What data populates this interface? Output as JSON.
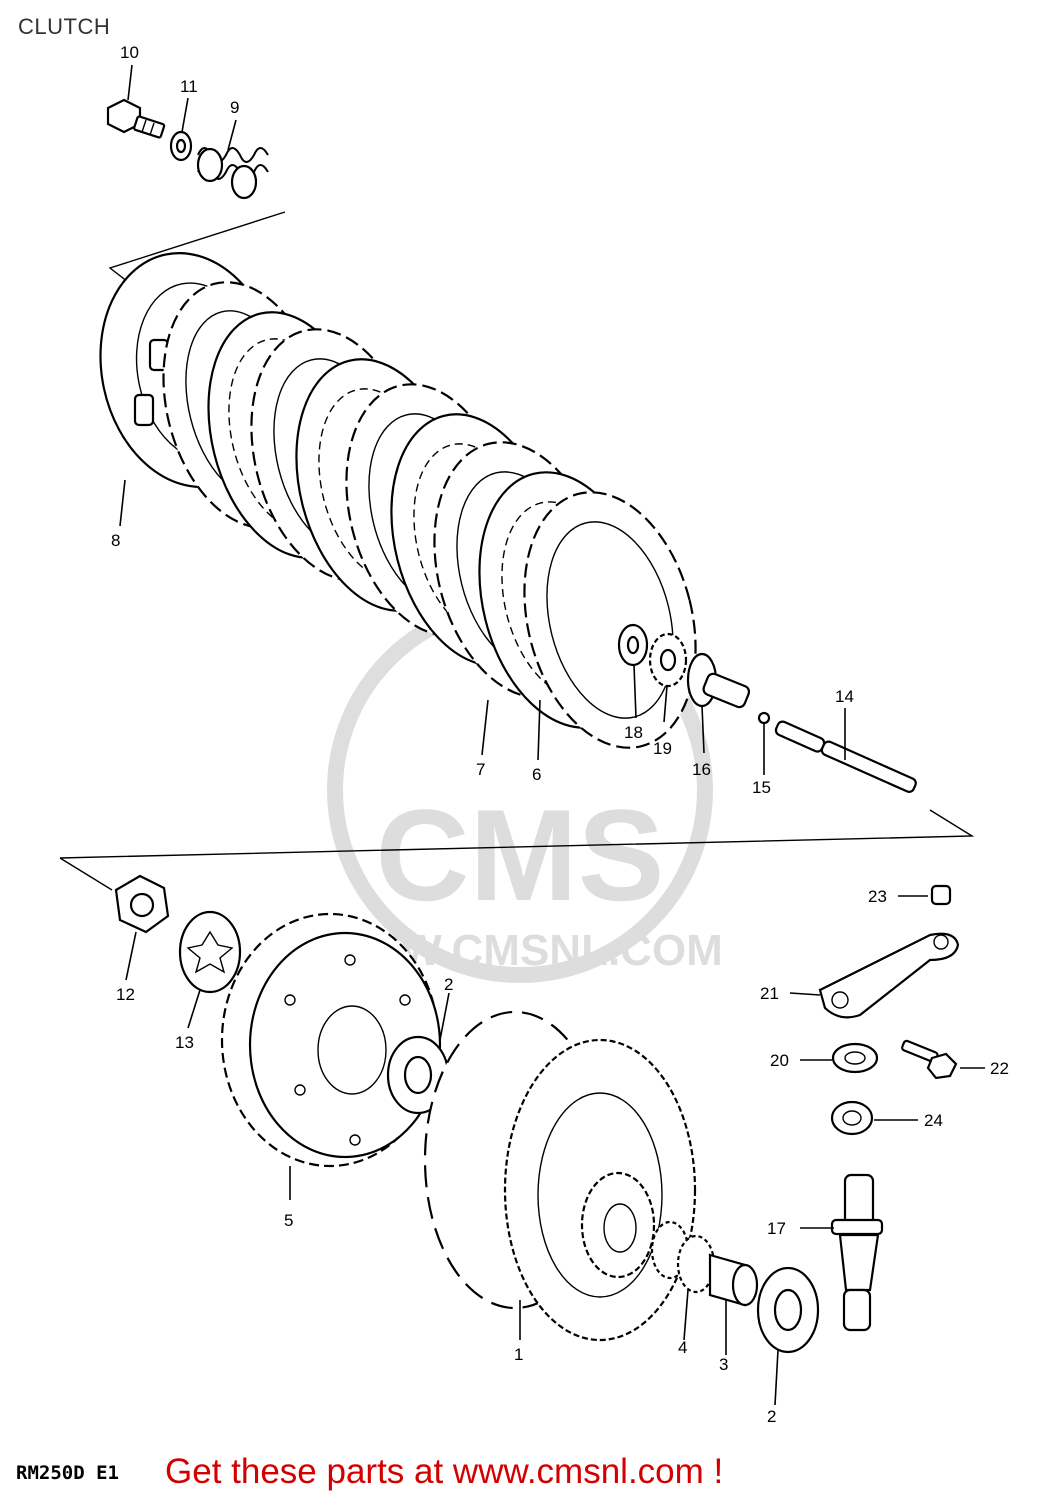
{
  "header": {
    "title": "CLUTCH"
  },
  "watermark": {
    "text": "CMS",
    "url_text": "WWW.CMSNL.COM"
  },
  "callouts": {
    "c1": "1",
    "c2a": "2",
    "c2b": "2",
    "c3": "3",
    "c4": "4",
    "c5": "5",
    "c6": "6",
    "c7": "7",
    "c8": "8",
    "c9": "9",
    "c10": "10",
    "c11": "11",
    "c12": "12",
    "c13": "13",
    "c14": "14",
    "c15": "15",
    "c16": "16",
    "c17": "17",
    "c18": "18",
    "c19": "19",
    "c20": "20",
    "c21": "21",
    "c22": "22",
    "c23": "23",
    "c24": "24"
  },
  "footer": {
    "model_code": "RM250D E1",
    "link_text": "Get these parts at www.cmsnl.com !"
  },
  "colors": {
    "link": "#d40000",
    "line": "#000000",
    "watermark": "#dddddd"
  }
}
